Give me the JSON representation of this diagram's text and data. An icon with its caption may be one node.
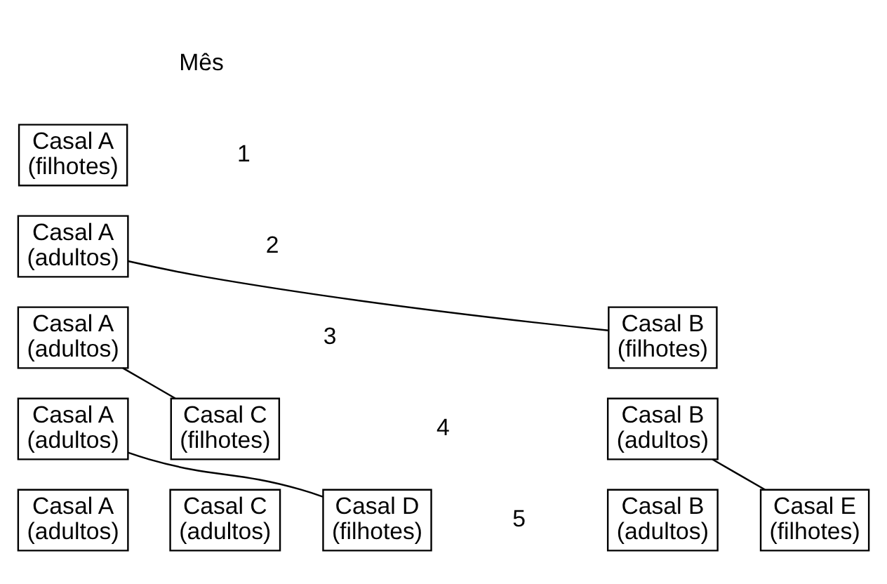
{
  "diagram": {
    "nodes": [
      {
        "text": [
          "Casal A",
          "(filhotes)"
        ]
      },
      {
        "text": [
          "Casal A",
          "(adultos)"
        ]
      },
      {
        "text": [
          "Casal A",
          "(adultos)"
        ]
      },
      {
        "text": [
          "Casal B",
          "(filhotes)"
        ]
      },
      {
        "text": [
          "Casal C",
          "(filhotes)"
        ]
      },
      {
        "text": [
          "Casal A",
          "(adultos)"
        ]
      },
      {
        "text": [
          "Casal B",
          "(adultos)"
        ]
      },
      {
        "text": [
          "Casal D",
          "(filhotes)"
        ]
      },
      {
        "text": [
          "Casal C",
          "(adultos)"
        ]
      },
      {
        "text": [
          "Casal A",
          "(adultos)"
        ]
      },
      {
        "text": [
          "Casal B",
          "(adultos)"
        ]
      },
      {
        "text": [
          "Casal E",
          "(filhotes)"
        ]
      }
    ],
    "edges": [
      {
        "from": 1,
        "to": 3,
        "arrow": "none"
      },
      {
        "from": 2,
        "to": 4,
        "arrow": "none"
      },
      {
        "from": 5,
        "to": 7,
        "arrow": "none"
      },
      {
        "from": 6,
        "to": 11,
        "arrow": "none"
      }
    ],
    "labels": [
      "Mês",
      "1",
      "2",
      "3",
      "4",
      "5"
    ]
  }
}
